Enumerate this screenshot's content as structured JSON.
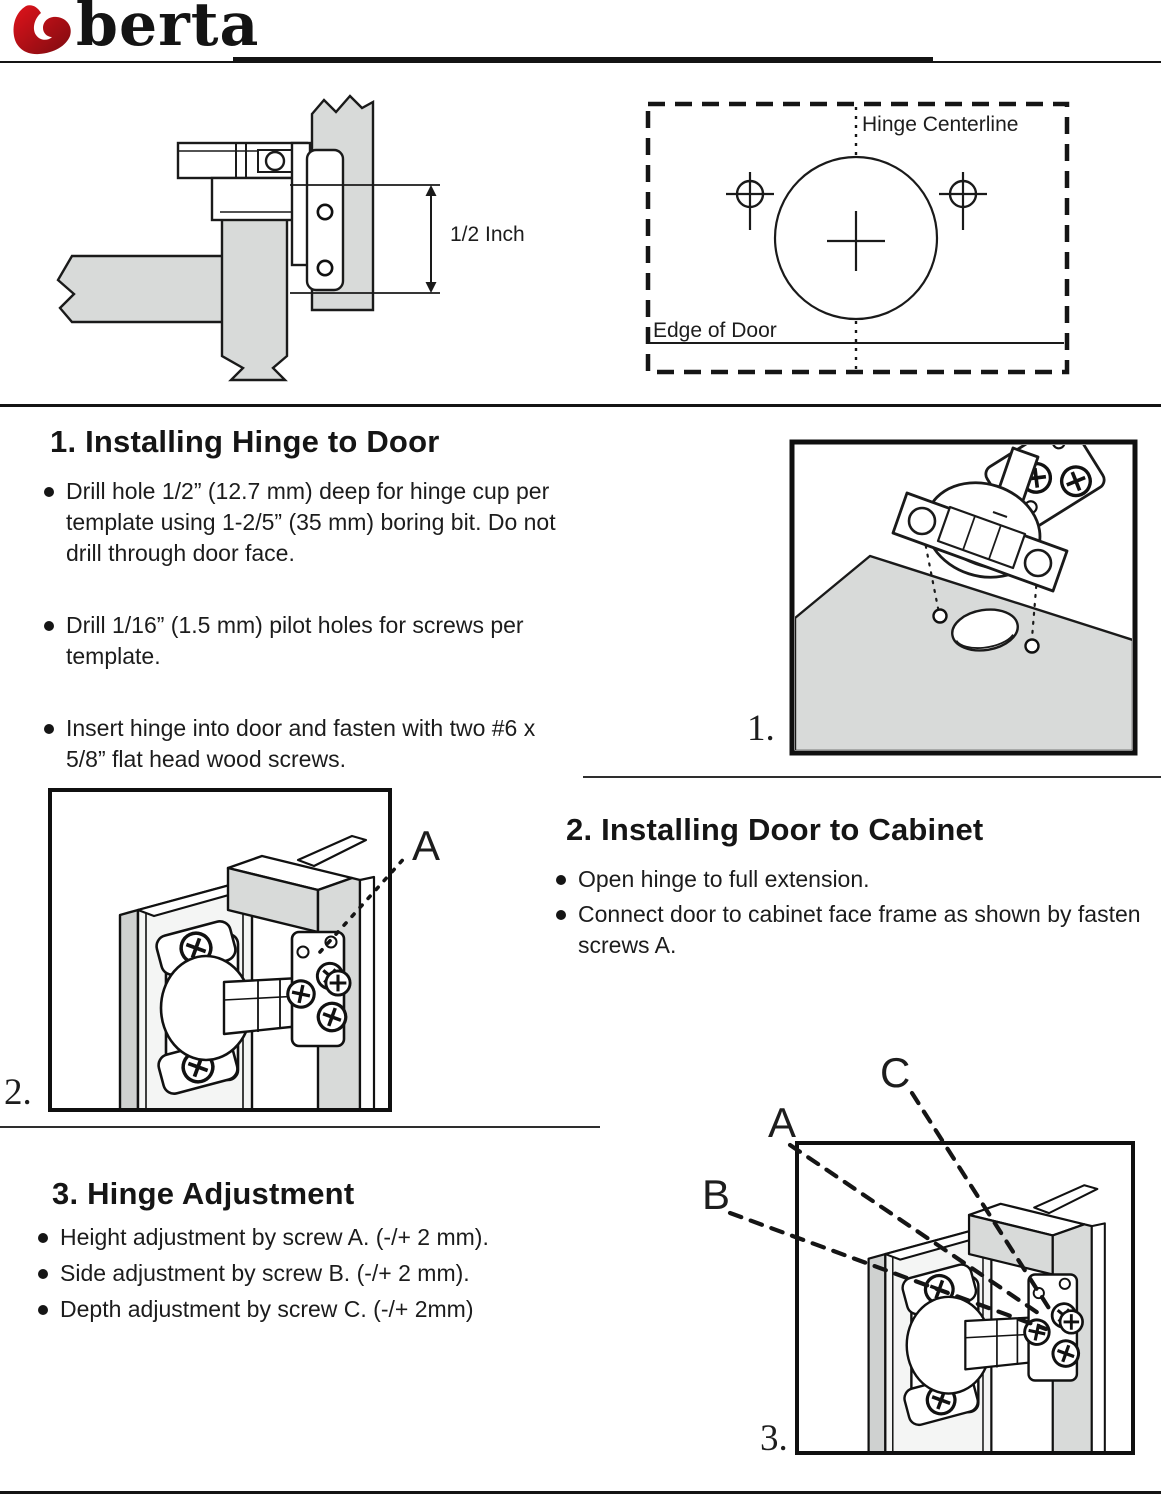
{
  "brand": {
    "name": "berta"
  },
  "palette": {
    "red": "#b22428",
    "ink": "#1a1a1a",
    "gray": "#d8dad9"
  },
  "top_diagrams": {
    "cross_section": {
      "dimension_label": "1/2 Inch"
    },
    "drill_template": {
      "centerline_label": "Hinge Centerline",
      "edge_label": "Edge of Door"
    }
  },
  "sections": {
    "s1": {
      "heading": "1. Installing Hinge to Door",
      "bullets": [
        "Drill hole 1/2” (12.7 mm) deep for hinge cup per template using 1-2/5” (35 mm) boring bit. Do not drill through door face.",
        "Drill 1/16” (1.5 mm) pilot holes for screws per template.",
        "Insert hinge into door and fasten with two #6 x 5/8” flat head wood screws."
      ],
      "figure_label": "1."
    },
    "s2": {
      "heading": "2. Installing Door to Cabinet",
      "bullets": [
        "Open hinge to full extension.",
        "Connect door to cabinet face frame as shown by fasten screws A."
      ],
      "figure_label": "2.",
      "callouts": {
        "a": "A"
      }
    },
    "s3": {
      "heading": "3. Hinge Adjustment",
      "bullets": [
        "Height adjustment by screw A. (-/+ 2 mm).",
        "Side adjustment by screw B. (-/+ 2 mm).",
        "Depth adjustment by screw C. (-/+ 2mm)"
      ],
      "figure_label": "3.",
      "callouts": {
        "a": "A",
        "b": "B",
        "c": "C"
      }
    }
  }
}
